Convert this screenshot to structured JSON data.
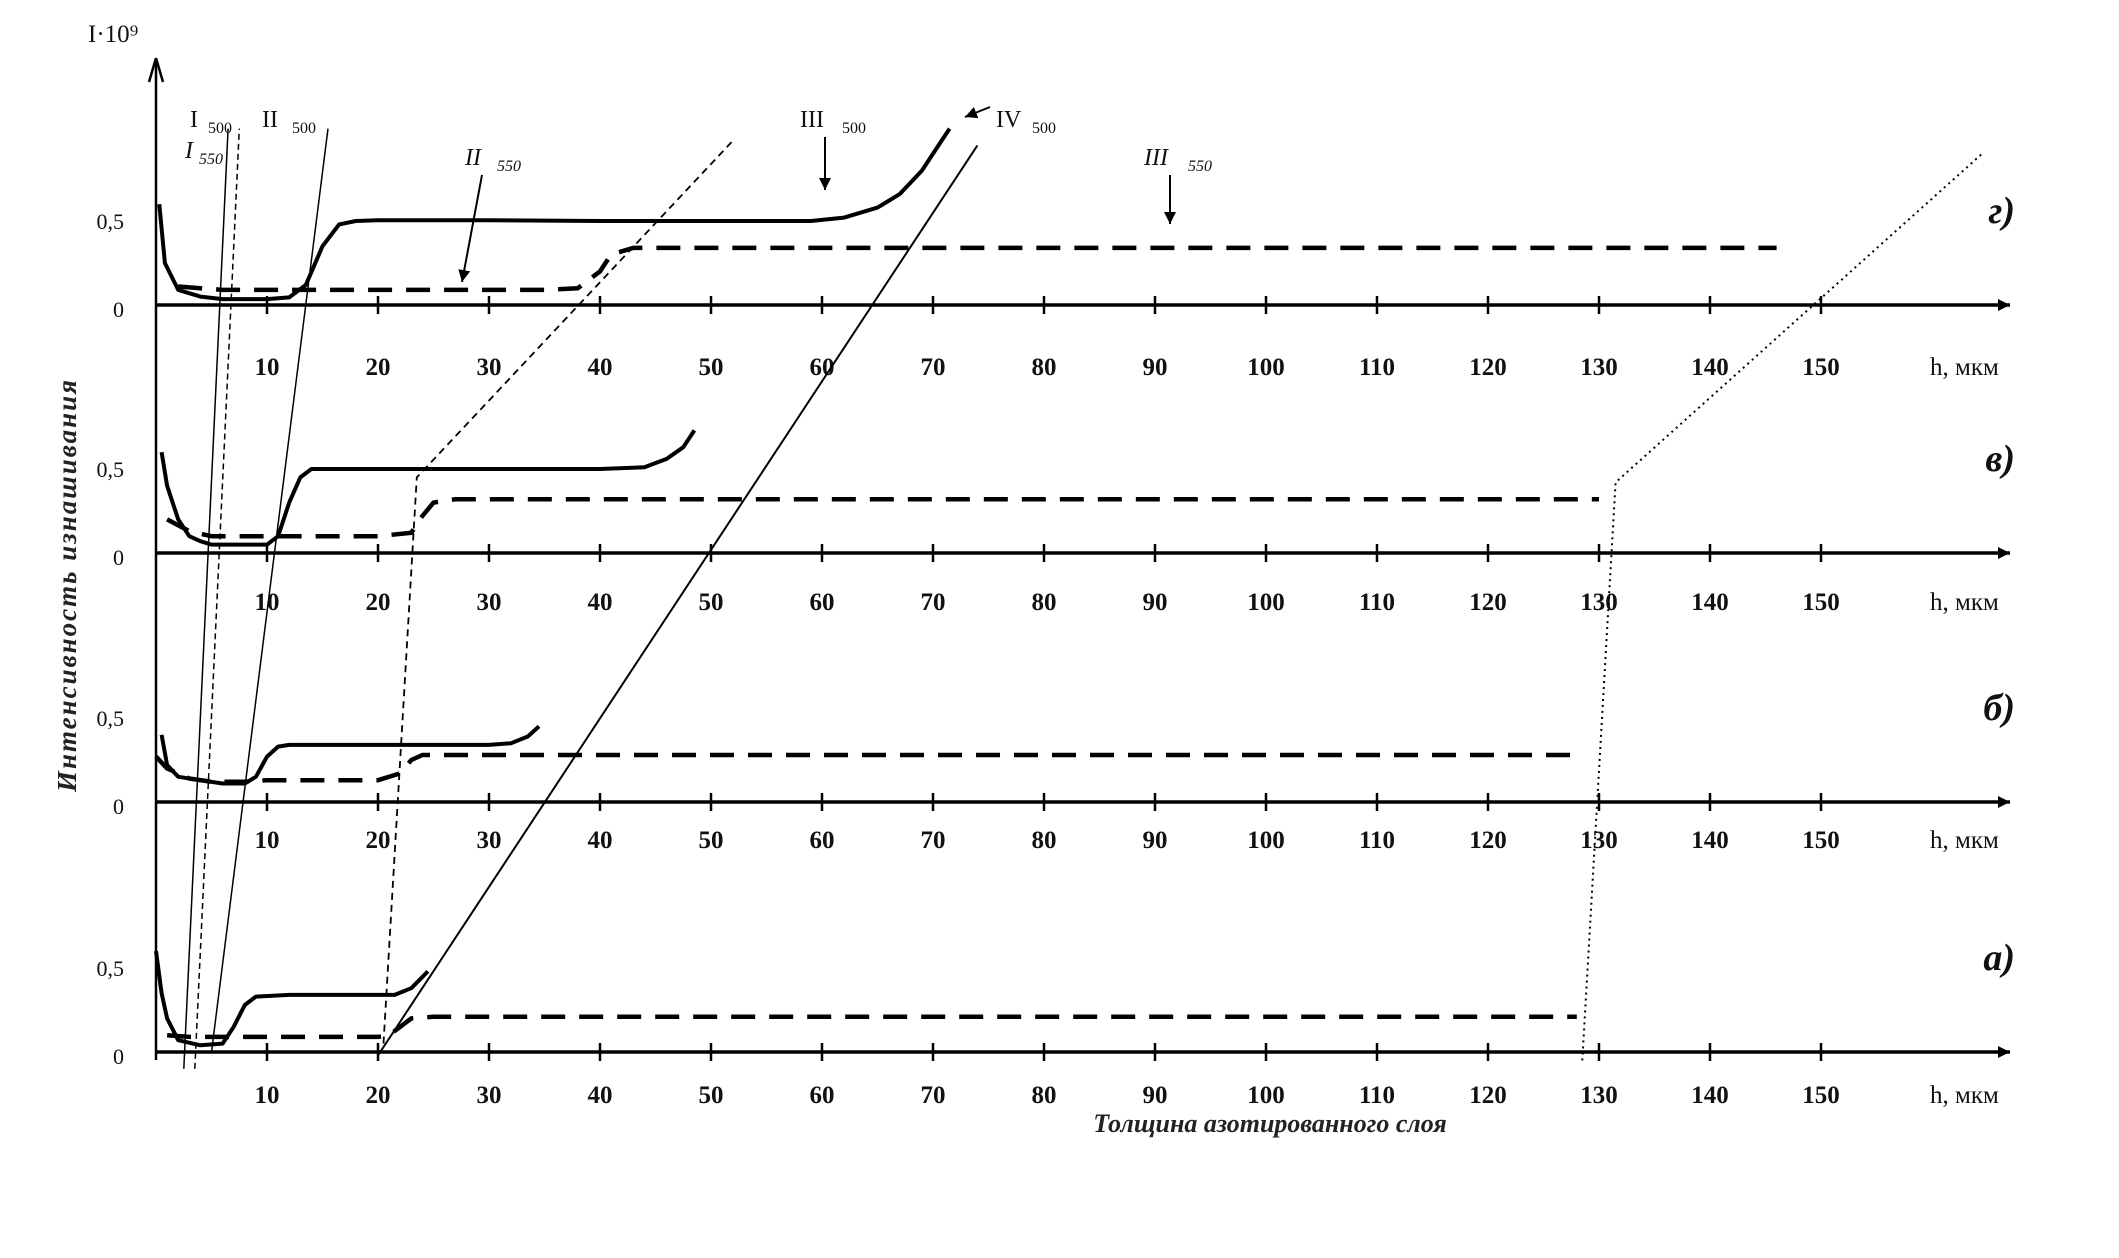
{
  "chart_data": {
    "type": "line",
    "ylabel": "Интенсивность изнашивания",
    "y_axis_top_label": "I·10⁹",
    "xlabel": "Толщина азотированного слоя",
    "x_unit_label": "h, мкм",
    "x_ticks": [
      10,
      20,
      30,
      40,
      50,
      60,
      70,
      80,
      90,
      100,
      110,
      120,
      130,
      140,
      150
    ],
    "y_tick_labels": [
      "0",
      "0,5"
    ],
    "ylim": [
      0,
      1.1
    ],
    "xlim": [
      0,
      160
    ],
    "panels": [
      {
        "label": "г)",
        "series": [
          {
            "name": "500",
            "style": "solid",
            "x": [
              0.3,
              0.8,
              2,
              4,
              6,
              8,
              10,
              12,
              13.5,
              15,
              16.5,
              18,
              20,
              30,
              40,
              50,
              55,
              59,
              62,
              65,
              67,
              69,
              70.5,
              71.5
            ],
            "y": [
              0.6,
              0.25,
              0.09,
              0.05,
              0.035,
              0.035,
              0.035,
              0.045,
              0.12,
              0.35,
              0.48,
              0.5,
              0.505,
              0.505,
              0.5,
              0.5,
              0.5,
              0.5,
              0.52,
              0.58,
              0.66,
              0.8,
              0.95,
              1.05
            ]
          },
          {
            "name": "550",
            "style": "dashed",
            "x": [
              2,
              4,
              6,
              10,
              20,
              30,
              35,
              38,
              40,
              41,
              43,
              60,
              90,
              120,
              135,
              146
            ],
            "y": [
              0.11,
              0.1,
              0.09,
              0.09,
              0.09,
              0.09,
              0.09,
              0.1,
              0.2,
              0.3,
              0.34,
              0.34,
              0.34,
              0.34,
              0.34,
              0.34
            ]
          }
        ]
      },
      {
        "label": "в)",
        "series": [
          {
            "name": "500",
            "style": "solid",
            "x": [
              0.5,
              1,
              2,
              3,
              4,
              5,
              6,
              8,
              10,
              11,
              12,
              13,
              14,
              15,
              20,
              30,
              40,
              44,
              46,
              47.5,
              48.5
            ],
            "y": [
              0.6,
              0.4,
              0.2,
              0.1,
              0.07,
              0.05,
              0.05,
              0.05,
              0.05,
              0.1,
              0.3,
              0.45,
              0.5,
              0.5,
              0.5,
              0.5,
              0.5,
              0.51,
              0.56,
              0.63,
              0.73
            ]
          },
          {
            "name": "550",
            "style": "dashed",
            "x": [
              1,
              3,
              5,
              10,
              15,
              20,
              23,
              24,
              25,
              27,
              40,
              60,
              90,
              110,
              130
            ],
            "y": [
              0.2,
              0.13,
              0.1,
              0.1,
              0.1,
              0.1,
              0.12,
              0.22,
              0.3,
              0.32,
              0.32,
              0.32,
              0.32,
              0.32,
              0.32
            ]
          }
        ]
      },
      {
        "label": "б)",
        "series": [
          {
            "name": "500",
            "style": "solid",
            "x": [
              0.5,
              1,
              2,
              4,
              6,
              8,
              9,
              10,
              11,
              12,
              15,
              20,
              25,
              30,
              32,
              33.5,
              34.5
            ],
            "y": [
              0.4,
              0.22,
              0.15,
              0.13,
              0.11,
              0.11,
              0.15,
              0.27,
              0.33,
              0.34,
              0.34,
              0.34,
              0.34,
              0.34,
              0.35,
              0.39,
              0.45
            ]
          },
          {
            "name": "550",
            "style": "dashed",
            "x": [
              0,
              1,
              3,
              5,
              8,
              10,
              15,
              20,
              22,
              23,
              24,
              30,
              60,
              90,
              110,
              128
            ],
            "y": [
              0.27,
              0.2,
              0.14,
              0.12,
              0.12,
              0.13,
              0.13,
              0.13,
              0.17,
              0.25,
              0.28,
              0.28,
              0.28,
              0.28,
              0.28,
              0.28
            ]
          }
        ]
      },
      {
        "label": "а)",
        "series": [
          {
            "name": "500",
            "style": "solid",
            "x": [
              0,
              0.5,
              1,
              2,
              4,
              6,
              7,
              8,
              9,
              12,
              15,
              20,
              21.5,
              23,
              24.5
            ],
            "y": [
              0.6,
              0.35,
              0.2,
              0.07,
              0.04,
              0.05,
              0.15,
              0.28,
              0.33,
              0.34,
              0.34,
              0.34,
              0.34,
              0.38,
              0.48
            ]
          },
          {
            "name": "550",
            "style": "dashed",
            "x": [
              1,
              3,
              5,
              10,
              15,
              20,
              21,
              22,
              23,
              25,
              40,
              60,
              90,
              110,
              128
            ],
            "y": [
              0.1,
              0.09,
              0.09,
              0.09,
              0.09,
              0.09,
              0.1,
              0.15,
              0.2,
              0.21,
              0.21,
              0.21,
              0.21,
              0.21,
              0.21
            ]
          }
        ]
      }
    ],
    "annotations": [
      {
        "text": "I",
        "subscript": "500",
        "style": "upright"
      },
      {
        "text": "I",
        "subscript": "550",
        "style": "italic"
      },
      {
        "text": "II",
        "subscript": "500",
        "style": "upright"
      },
      {
        "text": "II",
        "subscript": "550",
        "style": "italic"
      },
      {
        "text": "III",
        "subscript": "500",
        "style": "upright"
      },
      {
        "text": "IV",
        "subscript": "500",
        "style": "upright"
      },
      {
        "text": "III",
        "subscript": "550",
        "style": "italic"
      }
    ]
  }
}
